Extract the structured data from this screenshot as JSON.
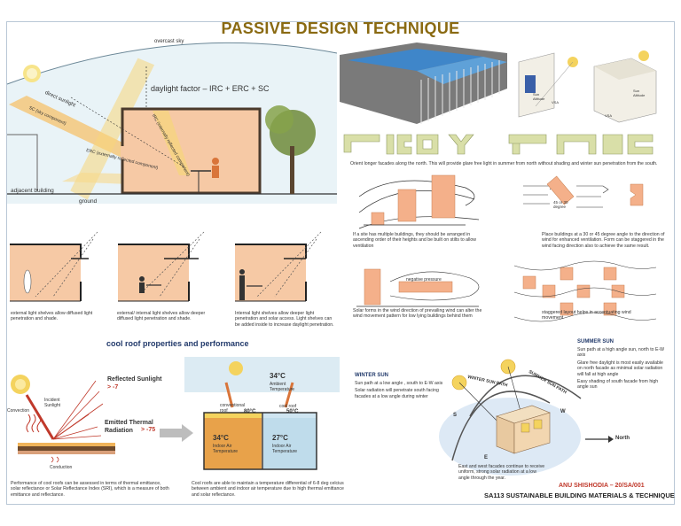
{
  "title": "PASSIVE DESIGN TECHNIQUE",
  "daylight": {
    "overcast_sky": "overcast sky",
    "formula": "daylight factor – IRC + ERC + SC",
    "direct_sunlight": "direct sunlight",
    "sc": "SC (sky component)",
    "erc": "ERC (externally reflected component)",
    "irc": "IRC (internally reflected component)",
    "adjacent_building": "adjacent building",
    "ground": "ground"
  },
  "shelves": [
    {
      "caption": "external light shelves allow diffused light penetration and shade."
    },
    {
      "caption": "external/ internal light shelves allow deeper diffused light penetration and shade."
    },
    {
      "caption": "Internal light shelves allow deeper light penetration and solar access. Light shelves can be added inside to increase daylight penetration."
    }
  ],
  "cool_roof": {
    "heading": "cool roof properties and performance",
    "reflected": "Reflected Sunlight",
    "reflected_val": "> -7",
    "emitted": "Emitted Thermal Radiation",
    "emitted_val": "> -75",
    "incident": "Incident Sunlight",
    "convection": "Convection",
    "conduction": "Conduction",
    "ambient_temp": "34°C",
    "ambient_label": "Ambient Temperature",
    "conv_roof": "conventional roof",
    "conv_temp": "80°C",
    "cool_roof": "cool roof",
    "cool_temp": "50°C",
    "indoor_left_temp": "34°C",
    "indoor_left_label": "Indoor Air Temperature",
    "indoor_right_temp": "27°C",
    "indoor_right_label": "Indoor Air Temperature",
    "caption_left": "Performance of cool roofs can be assessed in terms of thermal emittance, solar reflectance or Solar Reflectance Index (SRI), which is a measure of both emittance and reflectance.",
    "caption_right": "Cool roofs are able to maintain a temperature differential of 6-8 deg celcius between ambient and indoor air temperature due to high thermal emittance and solar reflectance."
  },
  "orientation": {
    "caption": "Orient longer facades along the north. This will provide glare free light in summer from north without shading and winter sun penetration from the south.",
    "sun_altitude_1": "Sun Altitude",
    "sun_altitude_2": "Sun Altitude",
    "vsa_1": "VSA",
    "vsa_2": "VSA"
  },
  "wind": {
    "caption_multi": "If a site has multiple buildings, they should be arranged in ascending order of their heights and be built on stilts to allow ventilation",
    "caption_angle": "Place buildings at a 30 or 45 degree angle to the direction of wind for enhanced ventilation. Form can be staggered in the wind facing direction also to achieve the same result.",
    "angle_label": "45 or 30 degree",
    "negative_pressure": "negative pressure",
    "caption_solar": "Solar forms in the wind direction of prevailing wind can alter the wind movement pattern for low lying buildings behind them",
    "caption_staggered": "staggered layout helps in accentuating wind movement"
  },
  "sun": {
    "winter_title": "WINTER SUN",
    "winter_points": [
      "Sun path at a low angle , south to E-W axis",
      "Solar radiation will penetrate south facing facades at a low angle during winter"
    ],
    "summer_title": "SUMMER SUN",
    "summer_points": [
      "Sun path at a high angle sun, north to E-W axis",
      "Glare free daylight is most easily available on north facade as minimal solar radiation will fall at high angle",
      "Easy shading of south facade from high angle sun"
    ],
    "winter_path": "WINTER SUN PATH",
    "summer_path": "SUMMER SUN PATH",
    "s": "S",
    "w": "W",
    "e": "E",
    "north": "North",
    "caption": "East and west facades continue to receive uniform, strong solar radiation at a low angle through the year."
  },
  "footer": {
    "author": "ANU SHISHODIA – 20/SA/001",
    "course": "SA113 SUSTAINABLE BUILDING MATERIALS & TECHNIQUE"
  },
  "colors": {
    "title": "#8a6a12",
    "heading": "#223a6b",
    "accent_red": "#c0392b",
    "wall_peach": "#f6c9a5",
    "sun_yellow": "#f4d35e",
    "plan_green": "#d9dfa8"
  }
}
